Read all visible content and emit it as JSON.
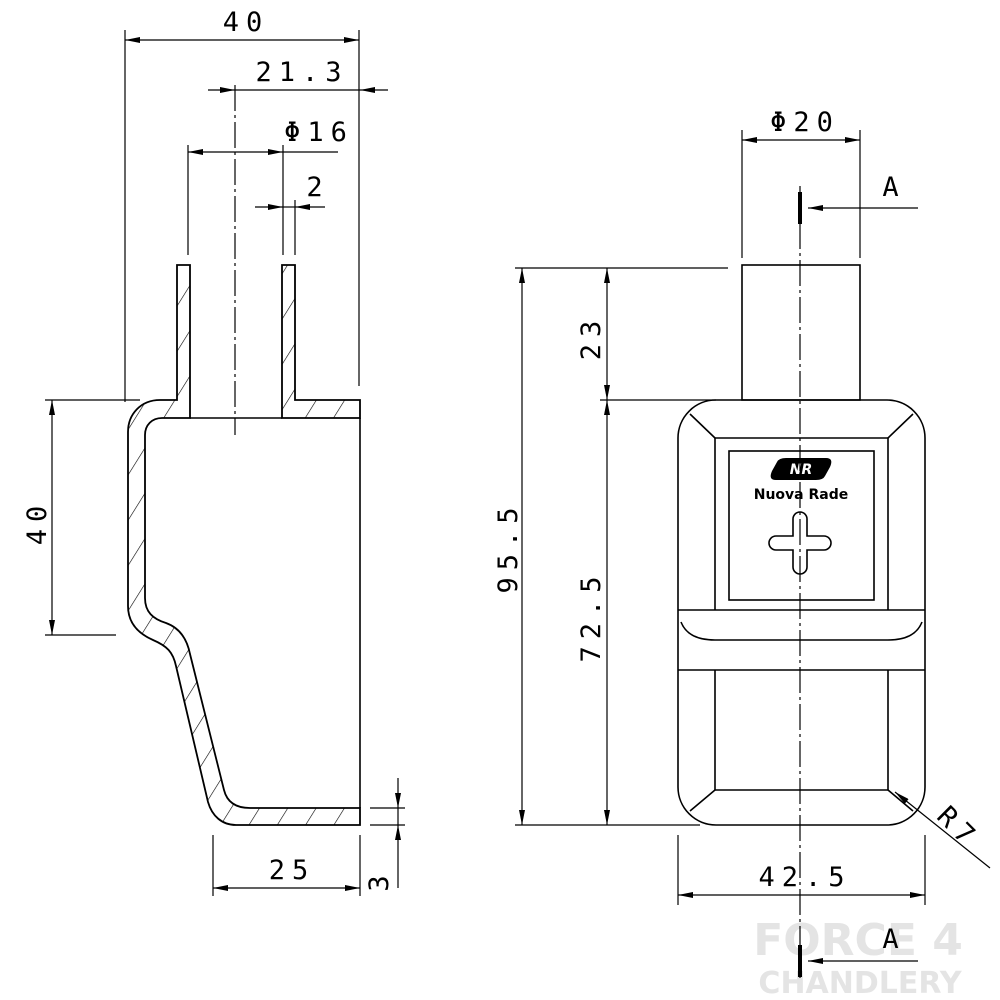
{
  "colors": {
    "line": "#000000",
    "background": "#ffffff",
    "watermark": "#e4e4e4"
  },
  "section_view": {
    "dim_width": "40",
    "dim_axis_offset": "21.3",
    "dim_bore": "Φ16",
    "dim_wall": "2",
    "dim_height": "40",
    "dim_base": "25",
    "dim_base_thickness": "3"
  },
  "front_view": {
    "dim_neck_diameter": "Φ20",
    "section_mark_top": "A",
    "section_mark_bottom": "A",
    "dim_total_height": "95.5",
    "dim_neck_height": "23",
    "dim_body_height": "72.5",
    "dim_width": "42.5",
    "dim_corner_radius": "R7",
    "label": {
      "logo": "NR",
      "brand": "Nuova Rade",
      "symbol": "plus-symbol"
    }
  },
  "watermark": {
    "line1": "FORCE 4",
    "line2": "CHANDLERY"
  }
}
